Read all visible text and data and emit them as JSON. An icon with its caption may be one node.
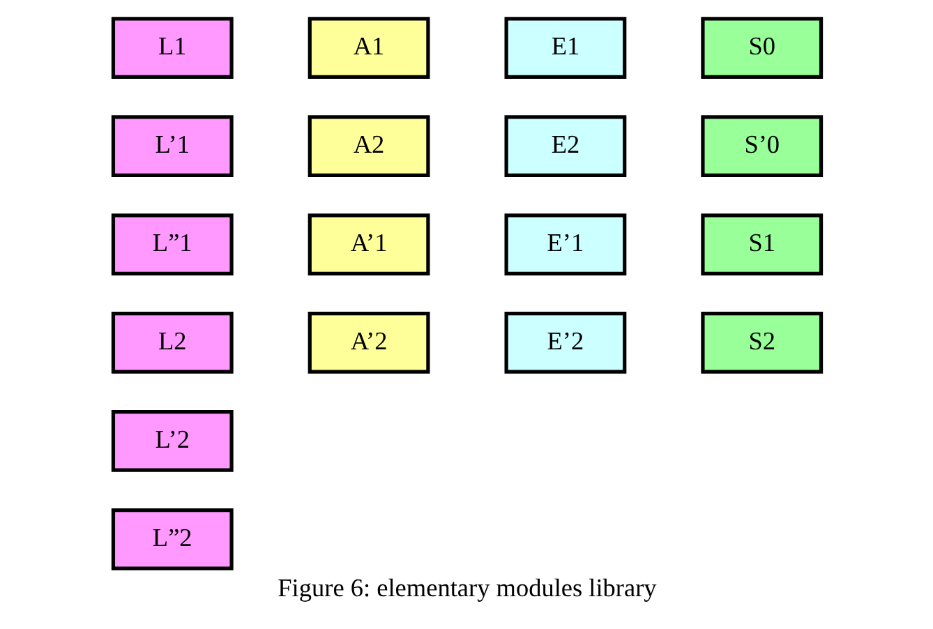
{
  "diagram": {
    "caption": "Figure 6: elementary modules library",
    "nodes": [
      {
        "text": [
          "L1"
        ]
      },
      {
        "text": [
          "A1"
        ]
      },
      {
        "text": [
          "E1"
        ]
      },
      {
        "text": [
          "S0"
        ]
      },
      {
        "text": [
          "L’1"
        ]
      },
      {
        "text": [
          "A2"
        ]
      },
      {
        "text": [
          "E2"
        ]
      },
      {
        "text": [
          "S’0"
        ]
      },
      {
        "text": [
          "L”1"
        ]
      },
      {
        "text": [
          "A’1"
        ]
      },
      {
        "text": [
          "E’1"
        ]
      },
      {
        "text": [
          "S1"
        ]
      },
      {
        "text": [
          "L2"
        ]
      },
      {
        "text": [
          "A’2"
        ]
      },
      {
        "text": [
          "E’2"
        ]
      },
      {
        "text": [
          "S2"
        ]
      },
      {
        "text": [
          "L’2"
        ]
      },
      {
        "text": [
          "L”2"
        ]
      }
    ],
    "edges": []
  }
}
